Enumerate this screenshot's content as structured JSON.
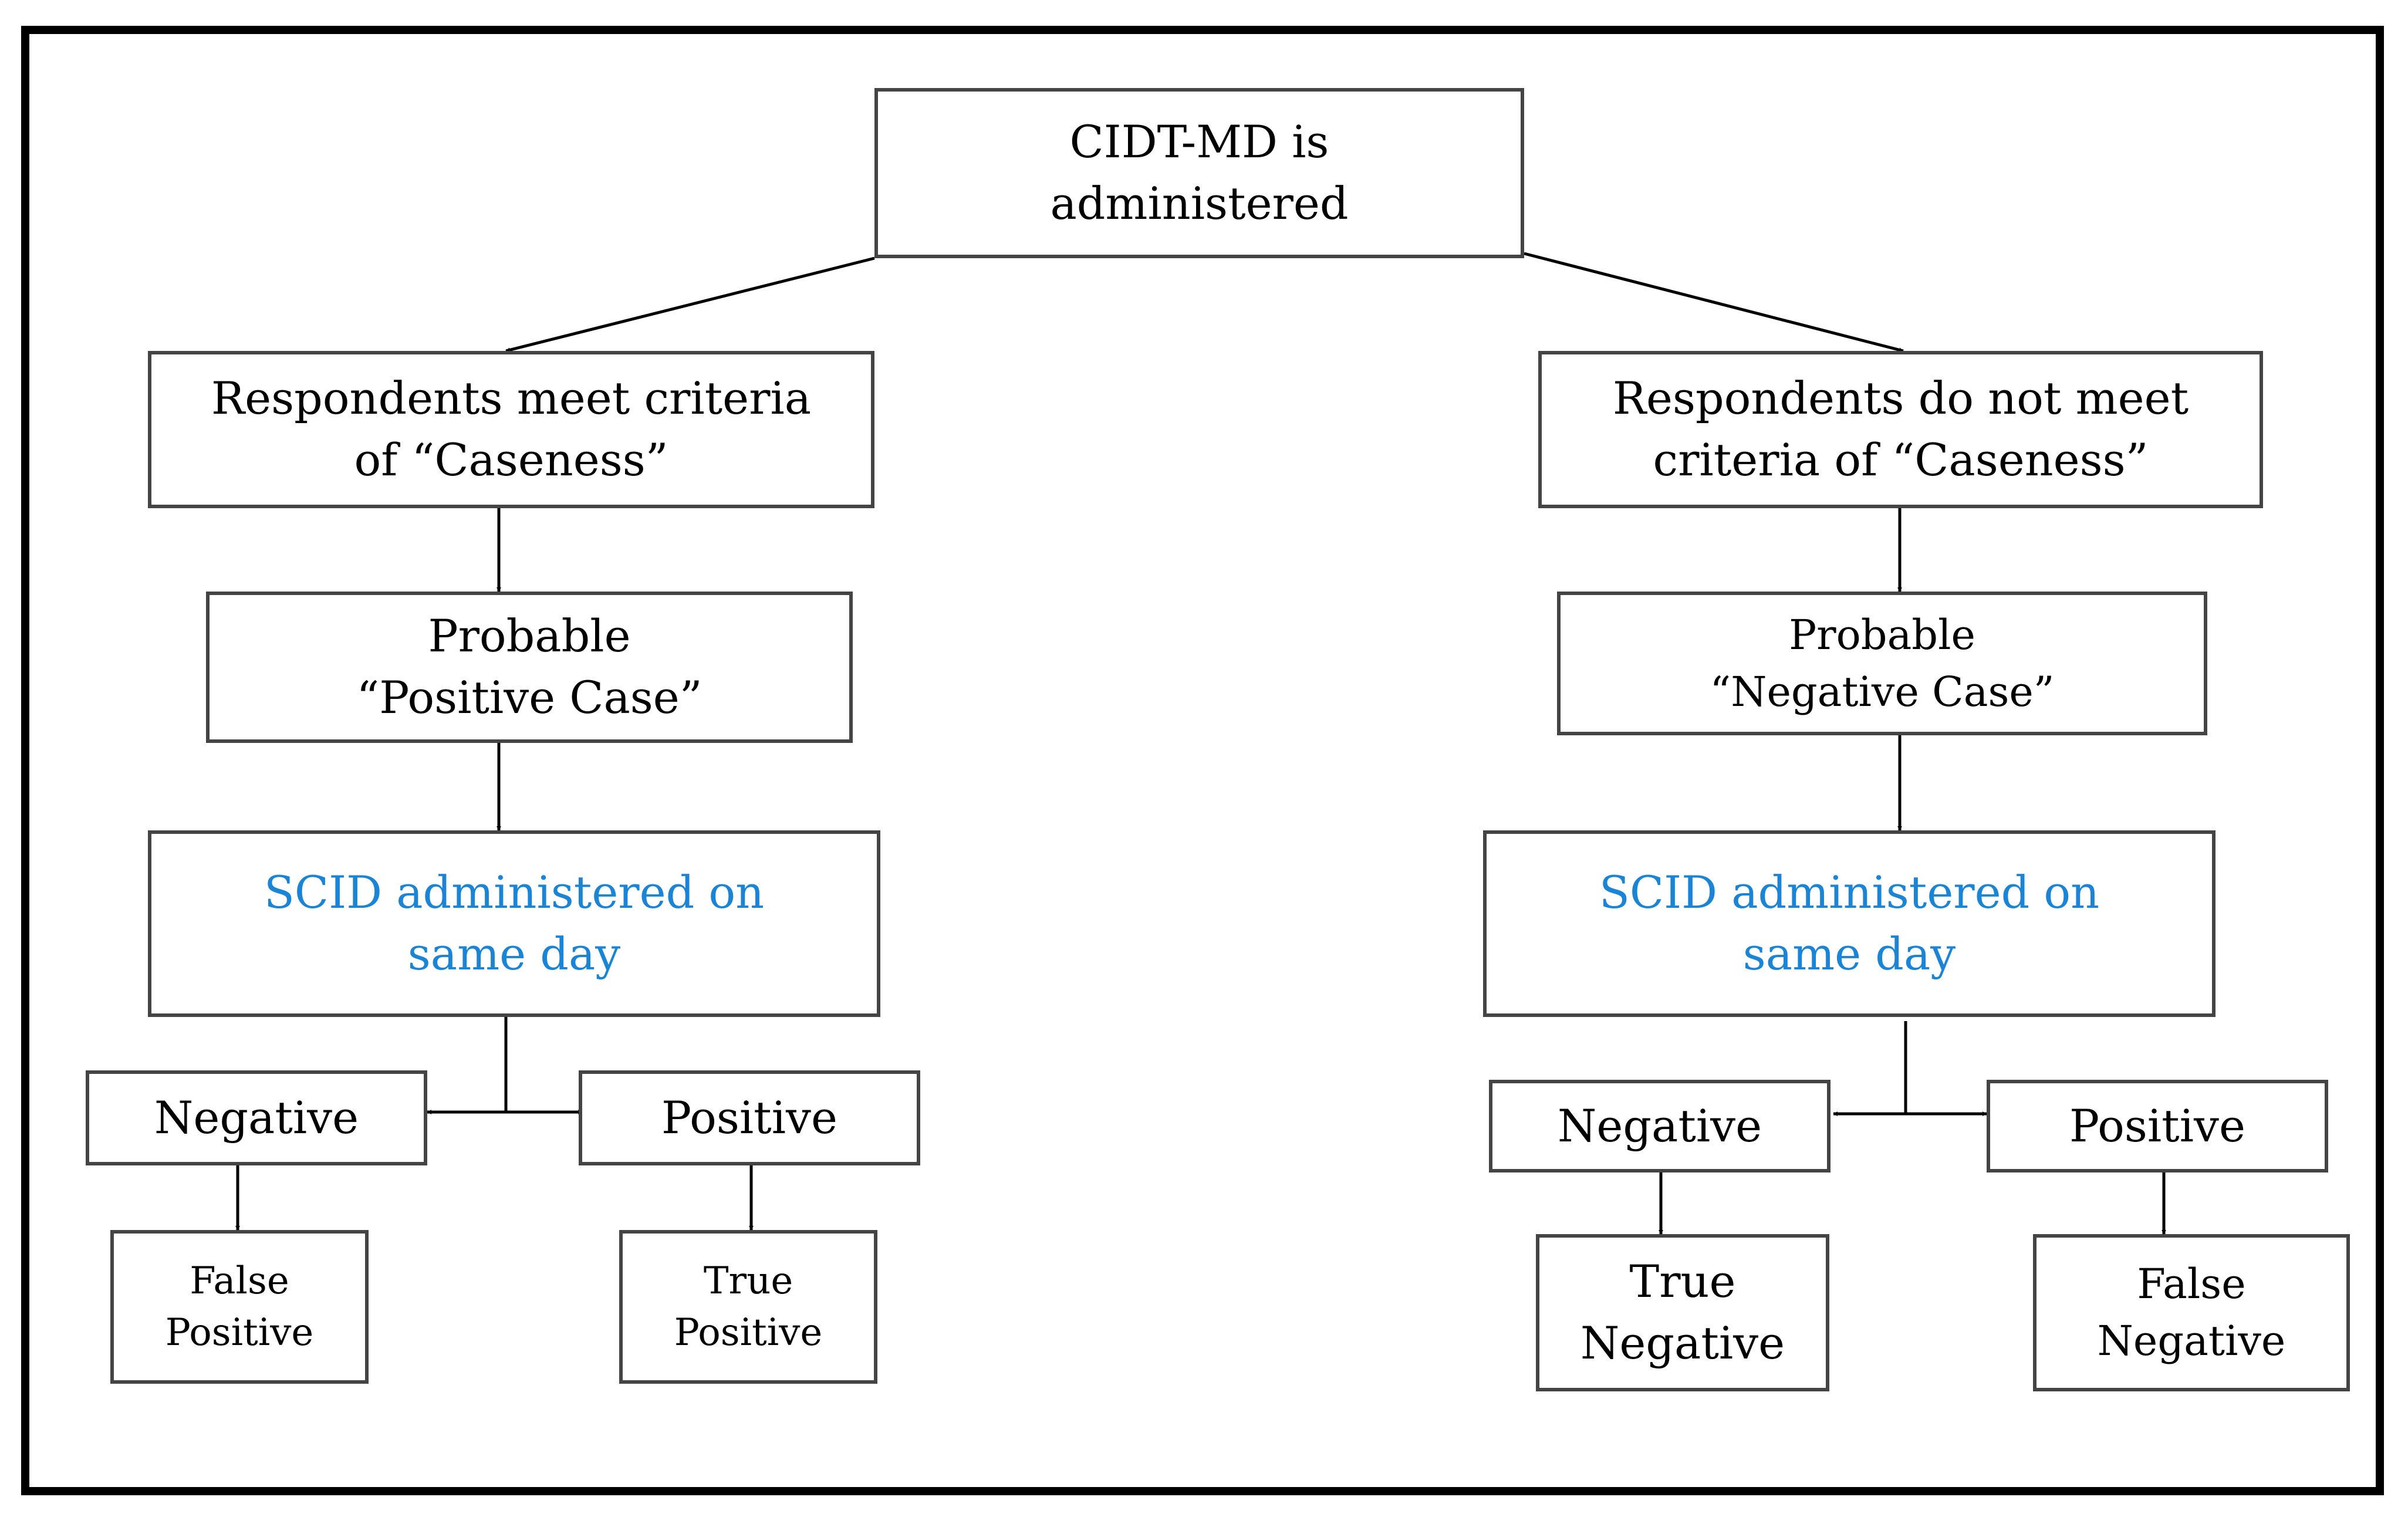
{
  "colors": {
    "accent": "#1a85d6",
    "border": "#444444",
    "frame": "#000000"
  },
  "nodes": {
    "root": "CIDT-MD is\nadministered",
    "left_criteria": "Respondents meet criteria\nof “Caseness”",
    "right_criteria": "Respondents do not meet\ncriteria of “Caseness”",
    "left_probable": "Probable\n“Positive Case”",
    "right_probable": "Probable\n“Negative Case”",
    "left_scid": "SCID administered on\nsame day",
    "right_scid": "SCID administered on\nsame day",
    "left_negative": "Negative",
    "left_positive": "Positive",
    "right_negative": "Negative",
    "right_positive": "Positive",
    "false_positive": "False\nPositive",
    "true_positive": "True\nPositive",
    "true_negative": "True\nNegative",
    "false_negative": "False\nNegative"
  }
}
